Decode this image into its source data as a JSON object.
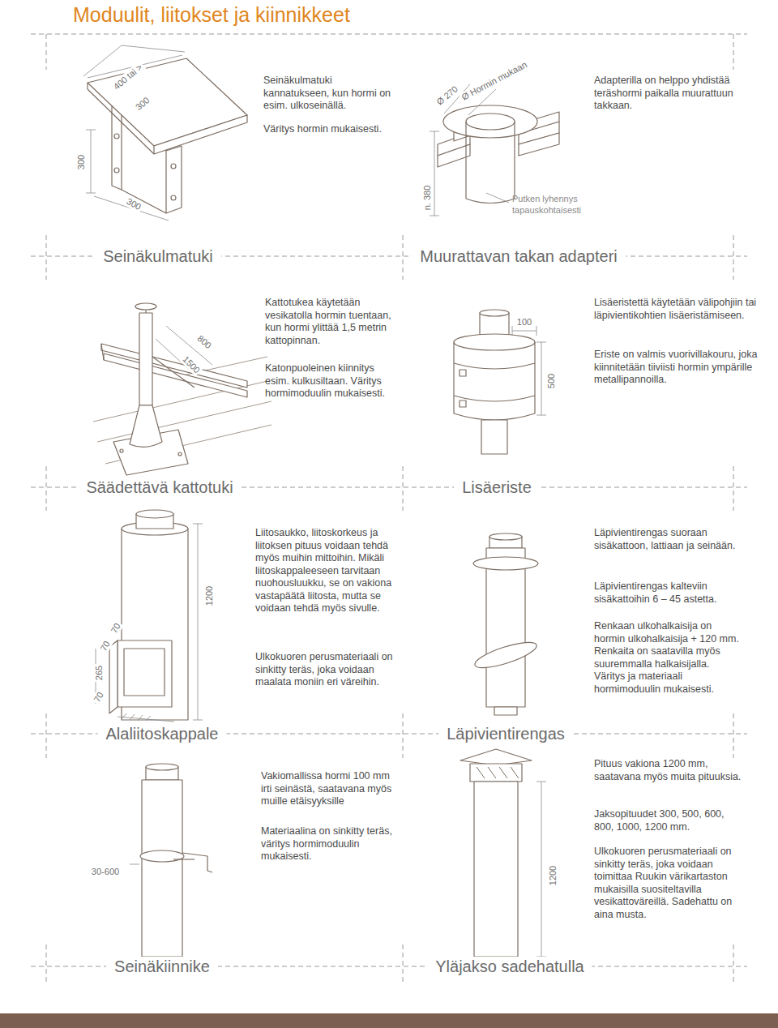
{
  "diagram": {
    "title": "Moduulit, liitokset ja kiinnikkeet",
    "labels": [
      "400 tai >",
      "300",
      "300",
      "300",
      "Seinäkulmatuki kannatukseen, kun hormi on esim. ulkoseinällä.",
      "Väritys hormin mukaisesti.",
      "Seinäkulmatuki",
      "Ø 270",
      "Ø Hormin mukaan",
      "n. 380",
      "Putken lyhennys tapauskohtaisesti",
      "Adapterilla on helppo yhdistää teräshormi paikalla muurattuun takkaan.",
      "Muurattavan takan adapteri",
      "800",
      "1500",
      "Kattotukea käytetään vesikatolla hormin tuentaan, kun hormi ylittää 1,5 metrin kattopinnan.",
      "Katonpuoleinen kiinnitys esim. kulkusiltaan. Väritys hormimoduulin mukaisesti.",
      "100",
      "500",
      "Lisäeristettä käytetään välipohjiin tai läpivientikohtien lisäeristämiseen.",
      "Eriste on valmis vuorivillakouru, joka kiinnitetään tiiviisti hormin ympärille metallipannoilla.",
      "Säädettävä kattotuki",
      "Lisäeriste",
      "1200",
      "265",
      "70",
      "70",
      "70",
      "Liitosaukko, liitoskorkeus ja liitoksen pituus voidaan tehdä myös muihin mittoihin. Mikäli liitoskappaleeseen tarvitaan nuohousluukku, se on vakiona vastapäätä liitosta, mutta se voidaan tehdä myös sivulle.",
      "Ulkokuoren perusmateriaali on sinkitty teräs, joka voidaan maalata moniin eri väreihin.",
      "Läpivientirengas suoraan sisäkattoon, lattiaan ja seinään.",
      "Läpivientirengas kalteviin sisäkattoihin 6 – 45 astetta.",
      "Renkaan ulkohalkaisija on hormin ulkohalkaisija + 120 mm. Renkaita on saatavilla myös suuremmalla halkaisijalla. Väritys ja materiaali hormimoduulin mukaisesti.",
      "Alaliitoskappale",
      "Läpivientirengas",
      "30-600",
      "Vakiomallissa hormi 100 mm irti seinästä, saatavana myös muille etäisyyksille",
      "Materiaalina on sinkitty teräs, väritys hormimoduulin mukaisesti.",
      "1200",
      "Pituus vakiona 1200 mm, saatavana myös muita pituuksia.",
      "Jaksopituudet 300, 500, 600, 800, 1000, 1200 mm.",
      "Ulkokuoren perusmateriaali on sinkitty teräs, joka voidaan toimittaa Ruukin värikartaston mukaisilla suositeltavilla vesikattoväreillä. Sadehattu on aina musta.",
      "Seinäkiinnike",
      "Yläjakso sadehatulla"
    ]
  }
}
